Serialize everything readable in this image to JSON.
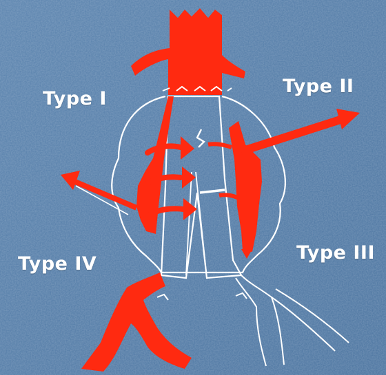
{
  "colors": {
    "background": "#4f79a6",
    "blood": "#ff2a10",
    "outline": "#ffffff"
  },
  "labels": {
    "type1": "Type I",
    "type2": "Type II",
    "type3": "Type III",
    "type4": "Type IV"
  }
}
